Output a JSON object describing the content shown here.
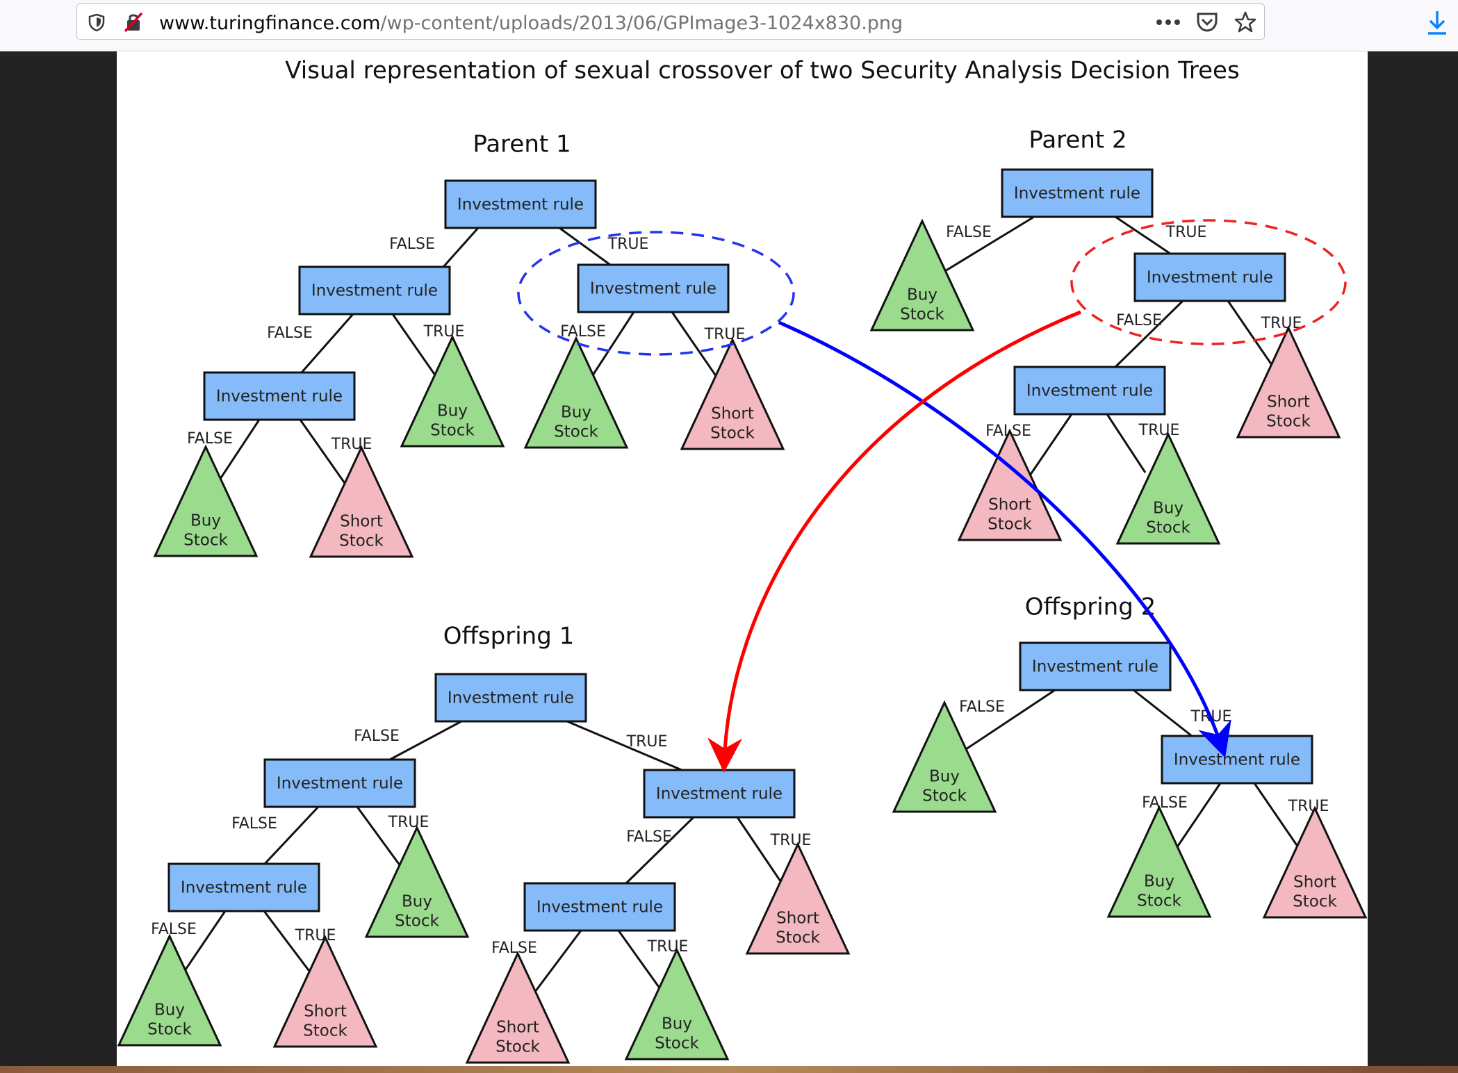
{
  "browser": {
    "url_host": "www.turingfinance.com",
    "url_path": "/wp-content/uploads/2013/06/GPImage3-1024x830.png",
    "menu_icon": "more-icon",
    "pocket_icon": "pocket-icon",
    "bookmark_icon": "star-icon",
    "download_icon": "download-icon",
    "accent_color": "#0a84ff"
  },
  "diagram": {
    "title": "Visual representation of sexual crossover of two Security Analysis Decision Trees",
    "tree_titles": {
      "parent1": "Parent 1",
      "parent2": "Parent 2",
      "offspring1": "Offspring 1",
      "offspring2": "Offspring 2"
    },
    "labels": {
      "rule": "Investment rule",
      "false": "FALSE",
      "true": "TRUE",
      "buy": "Buy",
      "short": "Short",
      "stock": "Stock"
    },
    "colors": {
      "rule_fill": "#84bbf8",
      "buy_fill": "#9bdb8d",
      "short_fill": "#f4b8c0",
      "arrow_blue": "#0000ff",
      "arrow_red": "#ff0000"
    }
  }
}
